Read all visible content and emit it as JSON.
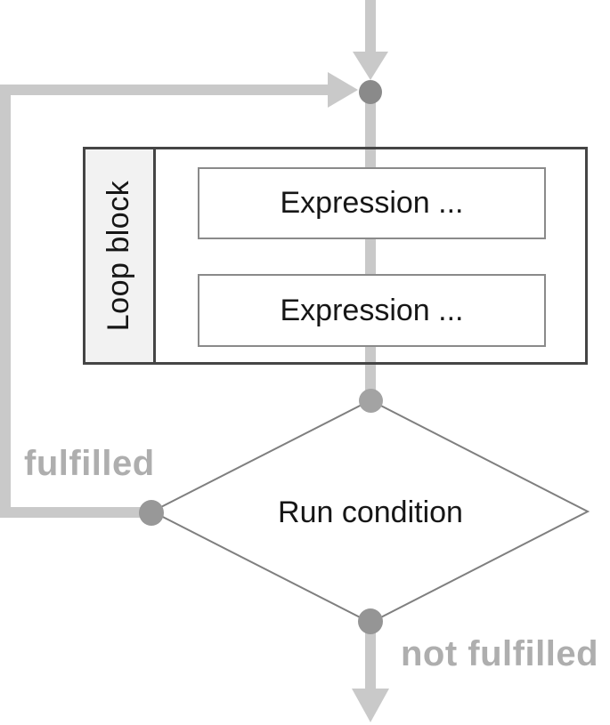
{
  "diagram": {
    "loop_block": {
      "label": "Loop block",
      "expressions": [
        "Expression ...",
        "Expression ..."
      ]
    },
    "condition_label": "Run condition",
    "branch_labels": {
      "fulfilled": "fulfilled",
      "not_fulfilled": "not fulfilled"
    },
    "colors": {
      "flow_line": "#c9c9c9",
      "connector_dot": "#8f8f8f",
      "block_border": "#454545",
      "expression_box_border": "#8a8a8a",
      "diamond_border": "#7f7f7f",
      "branch_label_gray": "#aeaeae",
      "sidebar_fill": "#f2f2f2"
    }
  }
}
